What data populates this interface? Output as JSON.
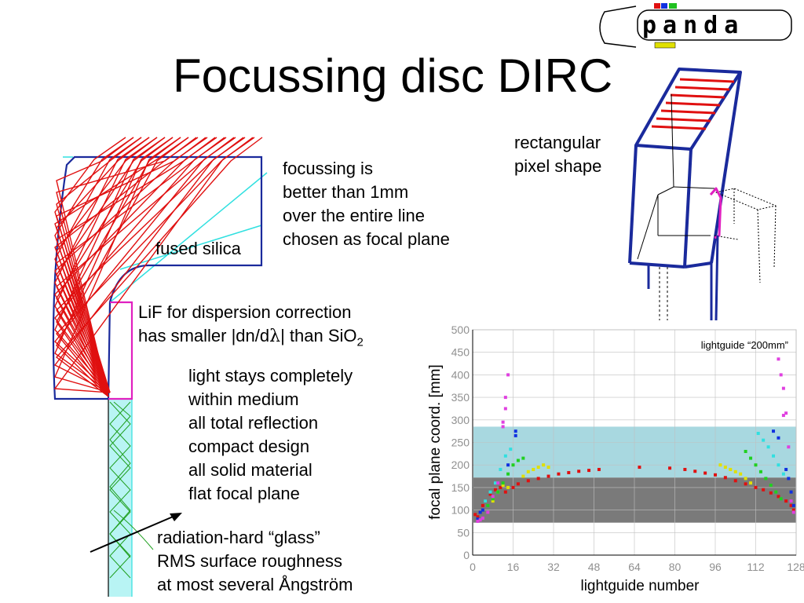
{
  "slide": {
    "title": "Focussing disc DIRC",
    "logo_text": "panda",
    "focus_note": [
      "focussing is",
      "better than 1mm",
      "over the entire line",
      "chosen as focal plane"
    ],
    "fused_silica_label": "fused silica",
    "lif_note": {
      "line1_lif": "LiF",
      "line1_rest": " for dispersion correction",
      "line2_pre": "has smaller |dn/d",
      "line2_lambda": "λ",
      "line2_mid": "| than SiO",
      "line2_sub": "2"
    },
    "properties": [
      "light stays completely",
      "within medium",
      "all total reflection",
      "compact design",
      "all solid material",
      "flat focal plane"
    ],
    "glass_note": [
      "radiation-hard “glass”",
      "RMS surface roughness",
      "at most several Ångström"
    ],
    "rect_note": [
      "rectangular",
      "pixel shape"
    ]
  },
  "colors": {
    "ray": "#e01010",
    "frame": "#1a2a9c",
    "lif": "#e020c0",
    "light": "#30e0e0",
    "band_upper": "#a8d8e0",
    "band_lower": "#7a7a7a"
  },
  "chart_data": {
    "type": "scatter",
    "title": "lightguide “200mm”",
    "xlabel": "lightguide number",
    "ylabel": "focal plane coord. [mm]",
    "xlim": [
      0,
      128
    ],
    "ylim": [
      0,
      500
    ],
    "xticks": [
      0,
      16,
      32,
      48,
      64,
      80,
      96,
      112,
      128
    ],
    "yticks": [
      0,
      50,
      100,
      150,
      200,
      250,
      300,
      350,
      400,
      450,
      500
    ],
    "bands": [
      {
        "y0": 172,
        "y1": 285,
        "color": "#a8d8e0"
      },
      {
        "y0": 72,
        "y1": 172,
        "color": "#7a7a7a"
      }
    ],
    "series": [
      {
        "color": "#e01010",
        "points": [
          [
            1,
            90
          ],
          [
            2,
            85
          ],
          [
            3,
            95
          ],
          [
            4,
            110
          ],
          [
            5,
            120
          ],
          [
            7,
            135
          ],
          [
            9,
            145
          ],
          [
            11,
            150
          ],
          [
            13,
            140
          ],
          [
            16,
            150
          ],
          [
            18,
            158
          ],
          [
            22,
            165
          ],
          [
            26,
            170
          ],
          [
            30,
            175
          ],
          [
            34,
            180
          ],
          [
            38,
            183
          ],
          [
            42,
            186
          ],
          [
            46,
            188
          ],
          [
            50,
            190
          ],
          [
            66,
            195
          ],
          [
            78,
            193
          ],
          [
            84,
            190
          ],
          [
            88,
            186
          ],
          [
            92,
            182
          ],
          [
            96,
            178
          ],
          [
            100,
            172
          ],
          [
            104,
            165
          ],
          [
            108,
            158
          ],
          [
            112,
            150
          ],
          [
            115,
            145
          ],
          [
            118,
            138
          ],
          [
            121,
            130
          ],
          [
            124,
            120
          ],
          [
            126,
            110
          ],
          [
            127,
            100
          ]
        ]
      },
      {
        "color": "#e0e000",
        "points": [
          [
            8,
            120
          ],
          [
            10,
            140
          ],
          [
            12,
            155
          ],
          [
            14,
            150
          ],
          [
            20,
            175
          ],
          [
            22,
            185
          ],
          [
            24,
            190
          ],
          [
            26,
            195
          ],
          [
            28,
            200
          ],
          [
            30,
            195
          ],
          [
            98,
            200
          ],
          [
            100,
            195
          ],
          [
            102,
            190
          ],
          [
            104,
            185
          ],
          [
            106,
            180
          ],
          [
            108,
            170
          ],
          [
            110,
            160
          ]
        ]
      },
      {
        "color": "#20d020",
        "points": [
          [
            6,
            110
          ],
          [
            8,
            125
          ],
          [
            10,
            140
          ],
          [
            12,
            160
          ],
          [
            14,
            180
          ],
          [
            16,
            200
          ],
          [
            18,
            210
          ],
          [
            20,
            215
          ],
          [
            108,
            230
          ],
          [
            110,
            215
          ],
          [
            112,
            200
          ],
          [
            114,
            185
          ],
          [
            116,
            170
          ],
          [
            118,
            155
          ],
          [
            120,
            140
          ],
          [
            122,
            125
          ]
        ]
      },
      {
        "color": "#30e0e0",
        "points": [
          [
            5,
            120
          ],
          [
            7,
            140
          ],
          [
            9,
            160
          ],
          [
            11,
            190
          ],
          [
            13,
            220
          ],
          [
            15,
            235
          ],
          [
            113,
            270
          ],
          [
            115,
            255
          ],
          [
            117,
            240
          ],
          [
            119,
            220
          ],
          [
            121,
            200
          ],
          [
            123,
            180
          ]
        ]
      },
      {
        "color": "#1030e0",
        "points": [
          [
            2,
            80
          ],
          [
            3,
            95
          ],
          [
            4,
            100
          ],
          [
            14,
            200
          ],
          [
            17,
            275
          ],
          [
            17,
            265
          ],
          [
            119,
            275
          ],
          [
            121,
            260
          ],
          [
            124,
            190
          ],
          [
            125,
            170
          ],
          [
            126,
            140
          ],
          [
            127,
            110
          ]
        ]
      },
      {
        "color": "#e040e0",
        "points": [
          [
            2,
            75
          ],
          [
            3,
            78
          ],
          [
            4,
            82
          ],
          [
            6,
            95
          ],
          [
            8,
            130
          ],
          [
            10,
            160
          ],
          [
            12,
            285
          ],
          [
            12,
            295
          ],
          [
            13,
            325
          ],
          [
            13,
            350
          ],
          [
            14,
            400
          ],
          [
            121,
            435
          ],
          [
            122,
            400
          ],
          [
            123,
            370
          ],
          [
            123,
            310
          ],
          [
            124,
            315
          ],
          [
            125,
            240
          ],
          [
            126,
            120
          ],
          [
            127,
            95
          ]
        ]
      }
    ]
  }
}
